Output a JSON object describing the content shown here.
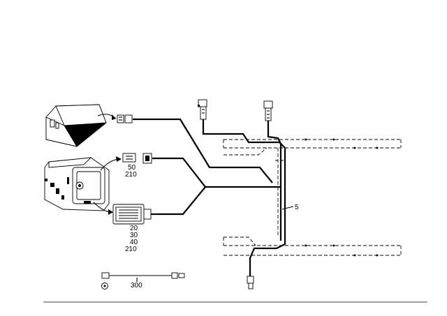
{
  "labels": {
    "ref_50": "50",
    "ref_210_a": "210",
    "ref_20": "20",
    "ref_30": "30",
    "ref_40": "40",
    "ref_210_b": "210",
    "ref_300": "300",
    "ref_5": "5"
  }
}
